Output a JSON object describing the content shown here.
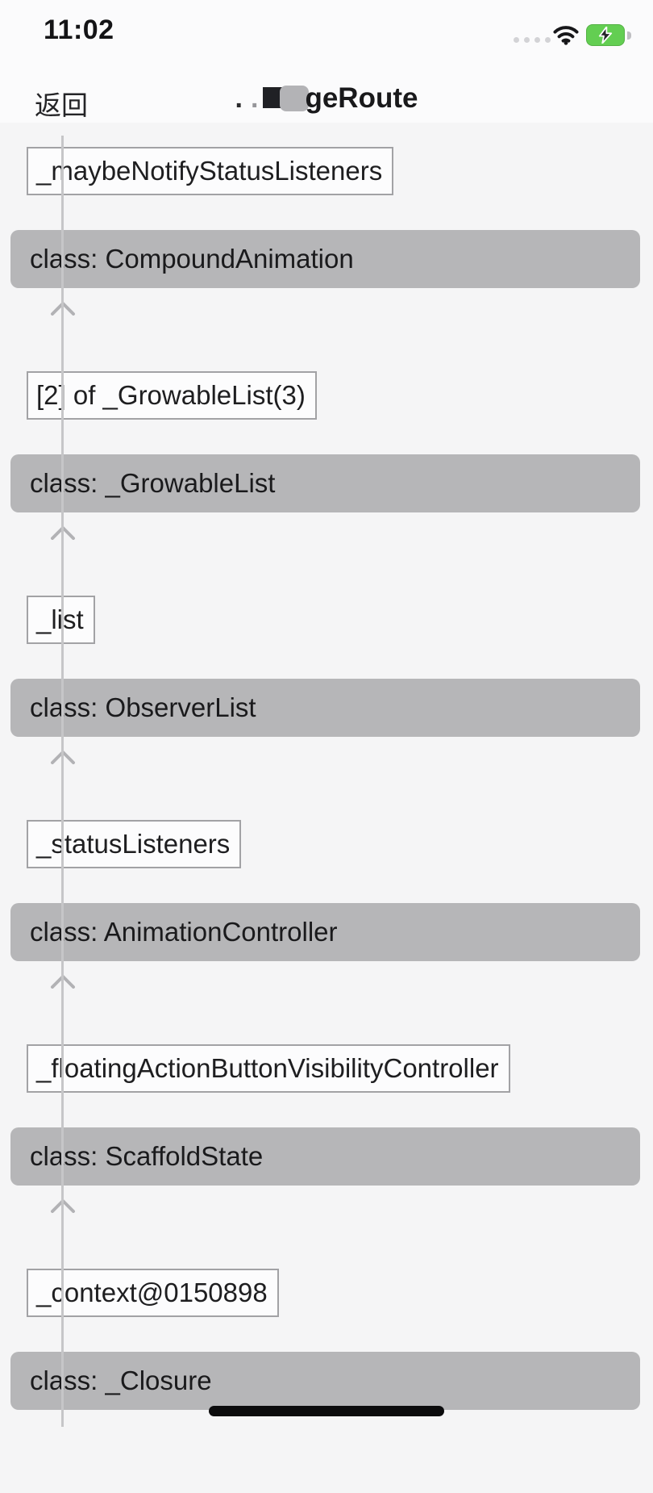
{
  "status_bar": {
    "time": "11:02",
    "icons": [
      "signal-dots",
      "wifi",
      "battery-charging"
    ],
    "battery_color": "#63ce52"
  },
  "nav_bar": {
    "back_label": "返回",
    "title_dot": ".",
    "title_dot_faint": ".",
    "title_visible": "geRoute"
  },
  "chain": {
    "rows": [
      {
        "field": "_maybeNotifyStatusListeners",
        "class_label": "class: CompoundAnimation"
      },
      {
        "field": "[2] of _GrowableList(3)",
        "class_label": "class: _GrowableList"
      },
      {
        "field": "_list",
        "class_label": "class: ObserverList"
      },
      {
        "field": "_statusListeners",
        "class_label": "class: AnimationController"
      },
      {
        "field": "_floatingActionButtonVisibilityController",
        "class_label": "class: ScaffoldState"
      },
      {
        "field": "_context@0150898",
        "class_label": "class: _Closure"
      }
    ]
  },
  "colors": {
    "bar_gray": "#b6b6b8",
    "box_border": "#a2a2a5",
    "trunk_gray": "#c6c6c8",
    "battery_green": "#63ce52",
    "background": "#f5f5f6"
  }
}
